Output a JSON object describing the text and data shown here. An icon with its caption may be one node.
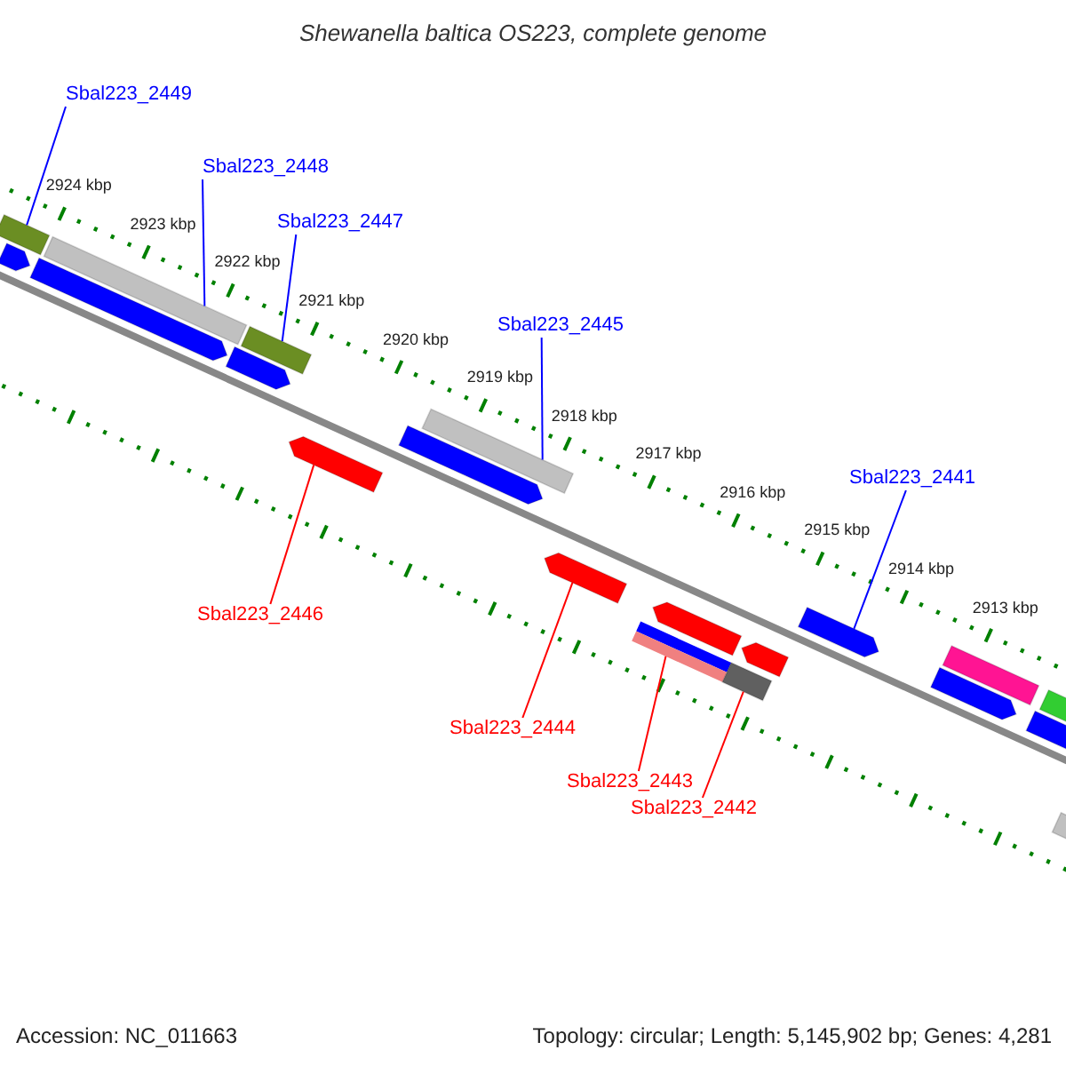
{
  "diagram": {
    "title": "Shewanella baltica OS223, complete genome",
    "nodes": [
      {
        "text": [
          "Sbal223_2449"
        ]
      },
      {
        "text": [
          "Sbal223_2448"
        ]
      },
      {
        "text": [
          "Sbal223_2447"
        ]
      },
      {
        "text": [
          "Sbal223_2445"
        ]
      },
      {
        "text": [
          "Sbal223_2441"
        ]
      },
      {
        "text": [
          "Sbal223_2446"
        ]
      },
      {
        "text": [
          "Sbal223_2444"
        ]
      },
      {
        "text": [
          "Sbal223_2443"
        ]
      },
      {
        "text": [
          "Sbal223_2442"
        ]
      },
      {
        "text": [],
        "shape": "bar"
      },
      {
        "text": [],
        "shape": "bar"
      },
      {
        "text": [],
        "shape": "bar"
      },
      {
        "text": [],
        "shape": "bar"
      },
      {
        "text": [],
        "shape": "bar"
      },
      {
        "text": [],
        "shape": "bar"
      },
      {
        "text": [],
        "shape": "bar"
      },
      {
        "text": [],
        "shape": "bar"
      },
      {
        "text": [],
        "shape": "bar"
      },
      {
        "text": [],
        "shape": "bar"
      },
      {
        "text": [],
        "shape": "bar"
      },
      {
        "text": [],
        "shape": "bar"
      },
      {
        "text": [],
        "shape": "bar"
      },
      {
        "text": [],
        "shape": "bar"
      },
      {
        "text": [],
        "shape": "bar"
      },
      {
        "text": [],
        "shape": "bar"
      },
      {
        "text": [],
        "shape": "bar"
      },
      {
        "text": [],
        "shape": "bar"
      },
      {
        "text": [],
        "shape": "bar"
      },
      {
        "text": [],
        "shape": "bar"
      }
    ],
    "edges": [
      {
        "from": 0,
        "to": 10,
        "arrow": "none"
      },
      {
        "from": 1,
        "to": 12,
        "arrow": "none"
      },
      {
        "from": 2,
        "to": 14,
        "arrow": "none"
      },
      {
        "from": 3,
        "to": 17,
        "arrow": "none"
      },
      {
        "from": 4,
        "to": 23,
        "arrow": "none"
      },
      {
        "from": 5,
        "to": 15,
        "arrow": "none",
        "color": "#ff0000"
      },
      {
        "from": 6,
        "to": 18,
        "arrow": "none",
        "color": "#ff0000"
      },
      {
        "from": 7,
        "to": 19,
        "arrow": "none",
        "color": "#ff0000"
      },
      {
        "from": 8,
        "to": 21,
        "arrow": "none",
        "color": "#ff0000"
      }
    ],
    "labels": [
      "2924 kbp",
      "2923 kbp",
      "2922 kbp",
      "2921 kbp",
      "2920 kbp",
      "2919 kbp",
      "2918 kbp",
      "2917 kbp",
      "2916 kbp",
      "2915 kbp",
      "2914 kbp",
      "2913 kbp",
      "Accession: NC_011663",
      "Topology: circular; Length: 5,145,902 bp; Genes: 4,281"
    ]
  }
}
